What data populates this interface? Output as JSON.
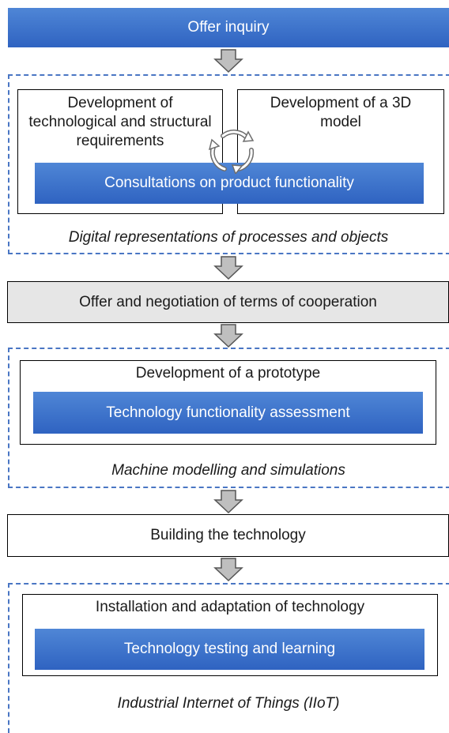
{
  "steps": {
    "offer_inquiry": "Offer inquiry",
    "stage1": {
      "left_box": "Development of technological and structural requirements",
      "right_box": "Development of a 3D model",
      "consult_bar": "Consultations on product functionality",
      "caption": "Digital representations of processes and objects"
    },
    "offer_negotiation": "Offer and negotiation of terms of cooperation",
    "stage2": {
      "box_title": "Development of a prototype",
      "bar": "Technology functionality assessment",
      "caption": "Machine modelling and simulations"
    },
    "building": "Building the technology",
    "stage3": {
      "box_title": "Installation and adaptation of technology",
      "bar": "Technology testing and learning",
      "caption": "Industrial Internet of Things (IIoT)"
    }
  },
  "colors": {
    "blue_bar": "#3a6fcc",
    "dashed_border": "#4a76c4",
    "grey_box": "#e6e6e6",
    "arrow": "#bfbfbf"
  },
  "icons": [
    "down-arrow-icon",
    "cycle-arrows-icon"
  ]
}
